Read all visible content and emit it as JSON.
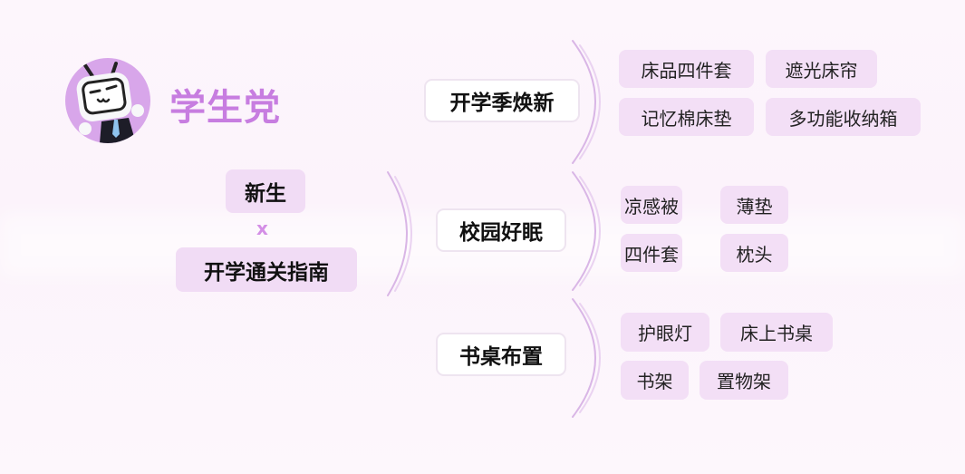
{
  "brand": {
    "title": "学生党",
    "avatar": "tv-mascot-avatar",
    "accent": "#c77de0"
  },
  "topic": {
    "line1": "新生",
    "connector": "x",
    "line2": "开学通关指南"
  },
  "categories": [
    {
      "label": "开学季焕新",
      "items": [
        "床品四件套",
        "遮光床帘",
        "记忆棉床垫",
        "多功能收纳箱"
      ]
    },
    {
      "label": "校园好眠",
      "items": [
        "凉感被",
        "薄垫",
        "四件套",
        "枕头"
      ]
    },
    {
      "label": "书桌布置",
      "items": [
        "护眼灯",
        "床上书桌",
        "书架",
        "置物架"
      ]
    }
  ],
  "colors": {
    "pill": "#f3dff6",
    "arc": "#d9b6e6"
  }
}
